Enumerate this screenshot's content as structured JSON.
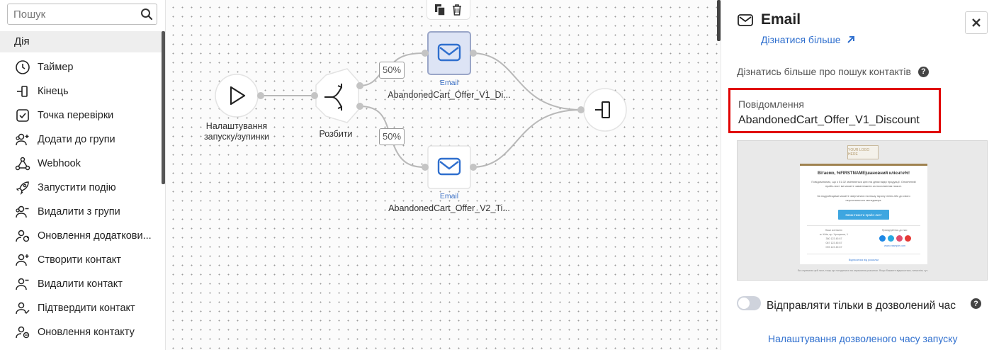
{
  "sidebar": {
    "search_placeholder": "Пошук",
    "section": "Дія",
    "items": [
      {
        "label": "Таймер",
        "icon": "clock-icon"
      },
      {
        "label": "Кінець",
        "icon": "end-icon"
      },
      {
        "label": "Точка перевірки",
        "icon": "checkpoint-icon"
      },
      {
        "label": "Додати до групи",
        "icon": "group-add-icon"
      },
      {
        "label": "Webhook",
        "icon": "webhook-icon"
      },
      {
        "label": "Запустити подію",
        "icon": "rocket-icon"
      },
      {
        "label": "Видалити з групи",
        "icon": "group-remove-icon"
      },
      {
        "label": "Оновлення додаткови...",
        "icon": "user-refresh-icon"
      },
      {
        "label": "Створити контакт",
        "icon": "user-add-icon"
      },
      {
        "label": "Видалити контакт",
        "icon": "user-remove-icon"
      },
      {
        "label": "Підтвердити контакт",
        "icon": "user-check-icon"
      },
      {
        "label": "Оновлення контакту",
        "icon": "user-update-icon"
      }
    ]
  },
  "canvas": {
    "start_node": {
      "label_line1": "Налаштування",
      "label_line2": "запуску/зупинки"
    },
    "split_node": {
      "label": "Розбити"
    },
    "email_node_1": {
      "type": "Email",
      "label": "AbandonedCart_Offer_V1_Di..."
    },
    "email_node_2": {
      "type": "Email",
      "label": "AbandonedCart_Offer_V2_Ti..."
    },
    "split_pct_1": "50%",
    "split_pct_2": "50%"
  },
  "panel": {
    "title": "Email",
    "learn_more": "Дізнатися більше",
    "contact_search": "Дізнатись більше про пошук контактів",
    "message_label": "Повідомлення",
    "message_value": "AbandonedCart_Offer_V1_Discount",
    "preview": {
      "logo": "YOUR LOGO HERE",
      "heading": "Вітаємо, %FIRSTNAME|шановний клієнте%!",
      "para1": "Повідомляємо, що з 01.02 змінюються ціни на деякі види продукції. Оновлений прайс-лист ви можете завантажити за посиланням нижче.",
      "para2": "За подробицями можете звертатися на нашу гарячу лінію або до свого персонального менеджера.",
      "button": "Завантажити прайс-лист",
      "contacts_title": "Наші контакти:",
      "contacts_address": "м. Київ, пр. Хрещатик, 1",
      "phone1": "380 123 45 67",
      "phone2": "067 123 45 67",
      "phone3": "093 123 45 67",
      "follow": "Приєднуйтесь до нас:",
      "site": "www.example.com",
      "unsubscribe": "Відписатися від розсилки",
      "footer": "Ви отримали цей лист, тому що погодилися на отримання розсилки. Якщо бажаєте відписатися, натисніть тут."
    },
    "toggle_label": "Відправляти тільки в дозволений час",
    "toggle_on": false,
    "schedule_link": "Налаштування дозволеного часу запуску"
  },
  "colors": {
    "accent_link": "#2f6fce",
    "highlight": "#e00000",
    "email_icon": "#2f6fce",
    "selected_node": "#dde4f5"
  }
}
